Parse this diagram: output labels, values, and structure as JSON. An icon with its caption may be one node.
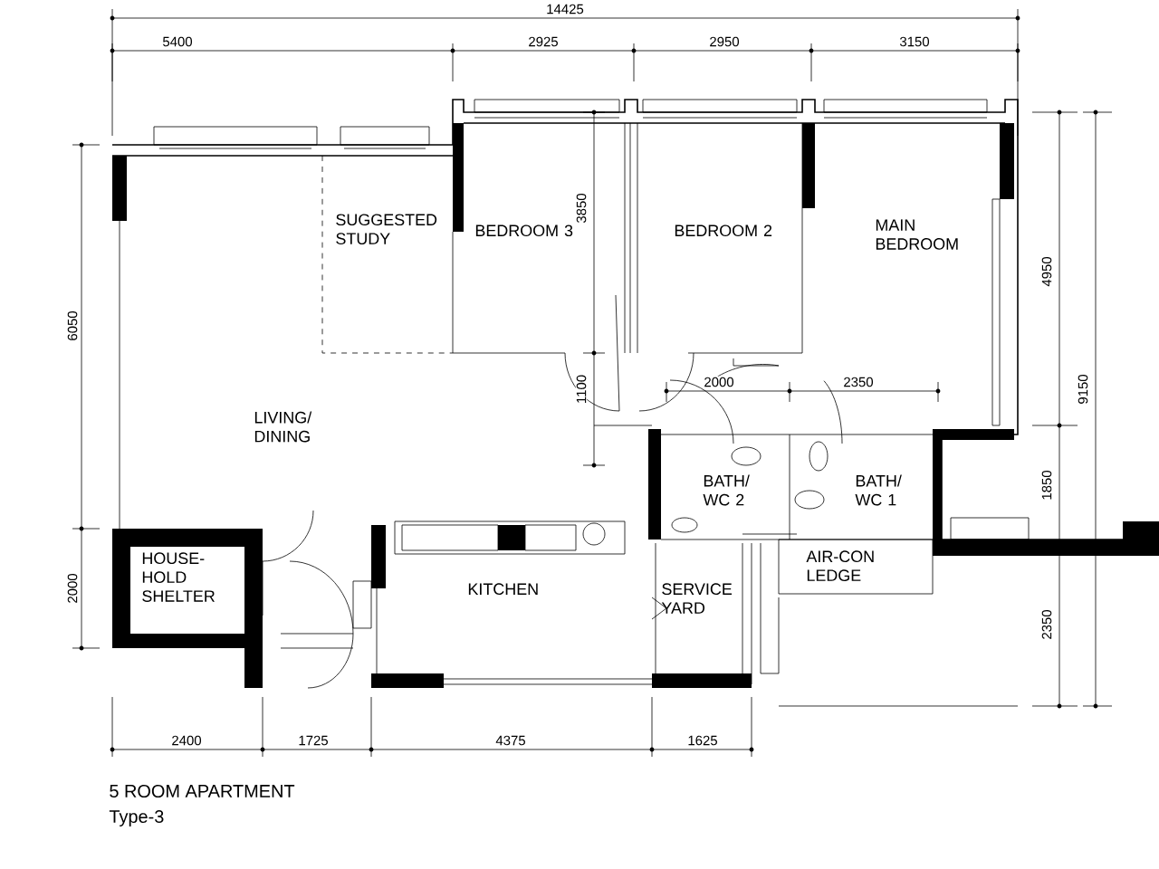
{
  "diagram": {
    "title": "5 ROOM APARTMENT",
    "caption": "Type-3",
    "nodes": [
      {
        "text": [
          "SUGGESTED STUDY"
        ]
      },
      {
        "text": [
          "BEDROOM 3"
        ]
      },
      {
        "text": [
          "BEDROOM 2"
        ]
      },
      {
        "text": [
          "MAIN BEDROOM"
        ]
      },
      {
        "text": [
          "LIVING/ DINING"
        ]
      },
      {
        "text": [
          "BATH/ WC 2"
        ]
      },
      {
        "text": [
          "BATH/ WC 1"
        ]
      },
      {
        "text": [
          "HOUSE- HOLD SHELTER"
        ]
      },
      {
        "text": [
          "KITCHEN"
        ]
      },
      {
        "text": [
          "SERVICE YARD"
        ]
      },
      {
        "text": [
          "AIR-CON LEDGE"
        ]
      }
    ],
    "labels": [
      "14425",
      "5400",
      "2925",
      "2950",
      "3150",
      "3850",
      "4950",
      "6050",
      "1100",
      "2000",
      "2350",
      "9150",
      "1850",
      "2000",
      "2350",
      "2400",
      "1725",
      "4375",
      "1625"
    ]
  }
}
